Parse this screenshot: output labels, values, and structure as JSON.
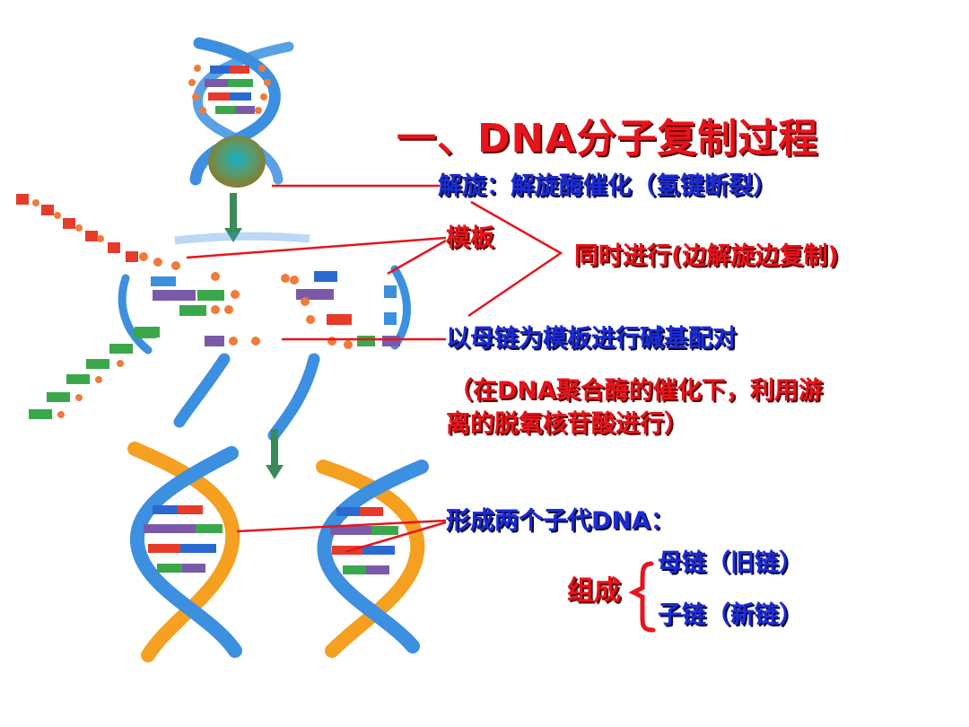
{
  "title": "一、DNA分子复制过程",
  "labels": {
    "unwind": "解旋：解旋酶催化（氢键断裂）",
    "template": "模板",
    "simultaneous": "同时进行(边解旋边复制)",
    "base_pairing": "以母链为模板进行碱基配对",
    "condition_line1": "（在DNA聚合酶的催化下，利用游",
    "condition_line2": "离的脱氧核苷酸进行）",
    "form": "形成两个子代DNA：",
    "composition": "组成",
    "mother_strand": "母链（旧链）",
    "daughter_strand": "子链（新链）"
  },
  "colors": {
    "title_red": "#e8141b",
    "label_blue": "#1b2bd6",
    "connector_red": "#e8141b",
    "helix_blue": "#3d8fe0",
    "helix_orange": "#f5a020",
    "arrow_green": "#3a8a5a",
    "enzyme": "#4aaa8a"
  }
}
